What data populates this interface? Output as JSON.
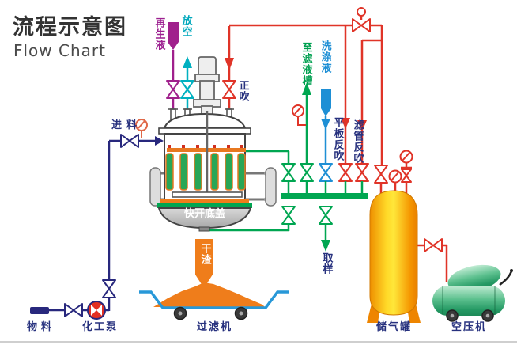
{
  "title": {
    "cn": "流程示意图",
    "en": "Flow Chart"
  },
  "labels": {
    "regen_liquid": "再生液",
    "vent": "放空",
    "forward_blow": "正吹",
    "feed": "进料",
    "to_filtrate_tank": "至滤液槽",
    "washing_liquid": "洗涤液",
    "plate_backblow": "平板反吹",
    "tube_backblow": "滤管反吹",
    "quick_open_bottom_cover": "快开底盖",
    "dry_residue": "干渣",
    "sampling": "取样",
    "material": "物料",
    "chemical_pump": "化工泵",
    "filter_machine": "过滤机",
    "gas_storage_tank": "储气罐",
    "air_compressor": "空压机"
  },
  "colors": {
    "feed_pipe": "#28287d",
    "regen_pipe": "#a0208c",
    "vent_pipe": "#00b0c0",
    "air_pipe": "#e03428",
    "wash_pipe": "#1e8fd5",
    "filtrate_pipe": "#00a651",
    "residue_orange": "#ef7d1b",
    "tank_yellow": "#ffd928",
    "compressor_green": "#3aa873",
    "label_navy": "#27317e"
  }
}
